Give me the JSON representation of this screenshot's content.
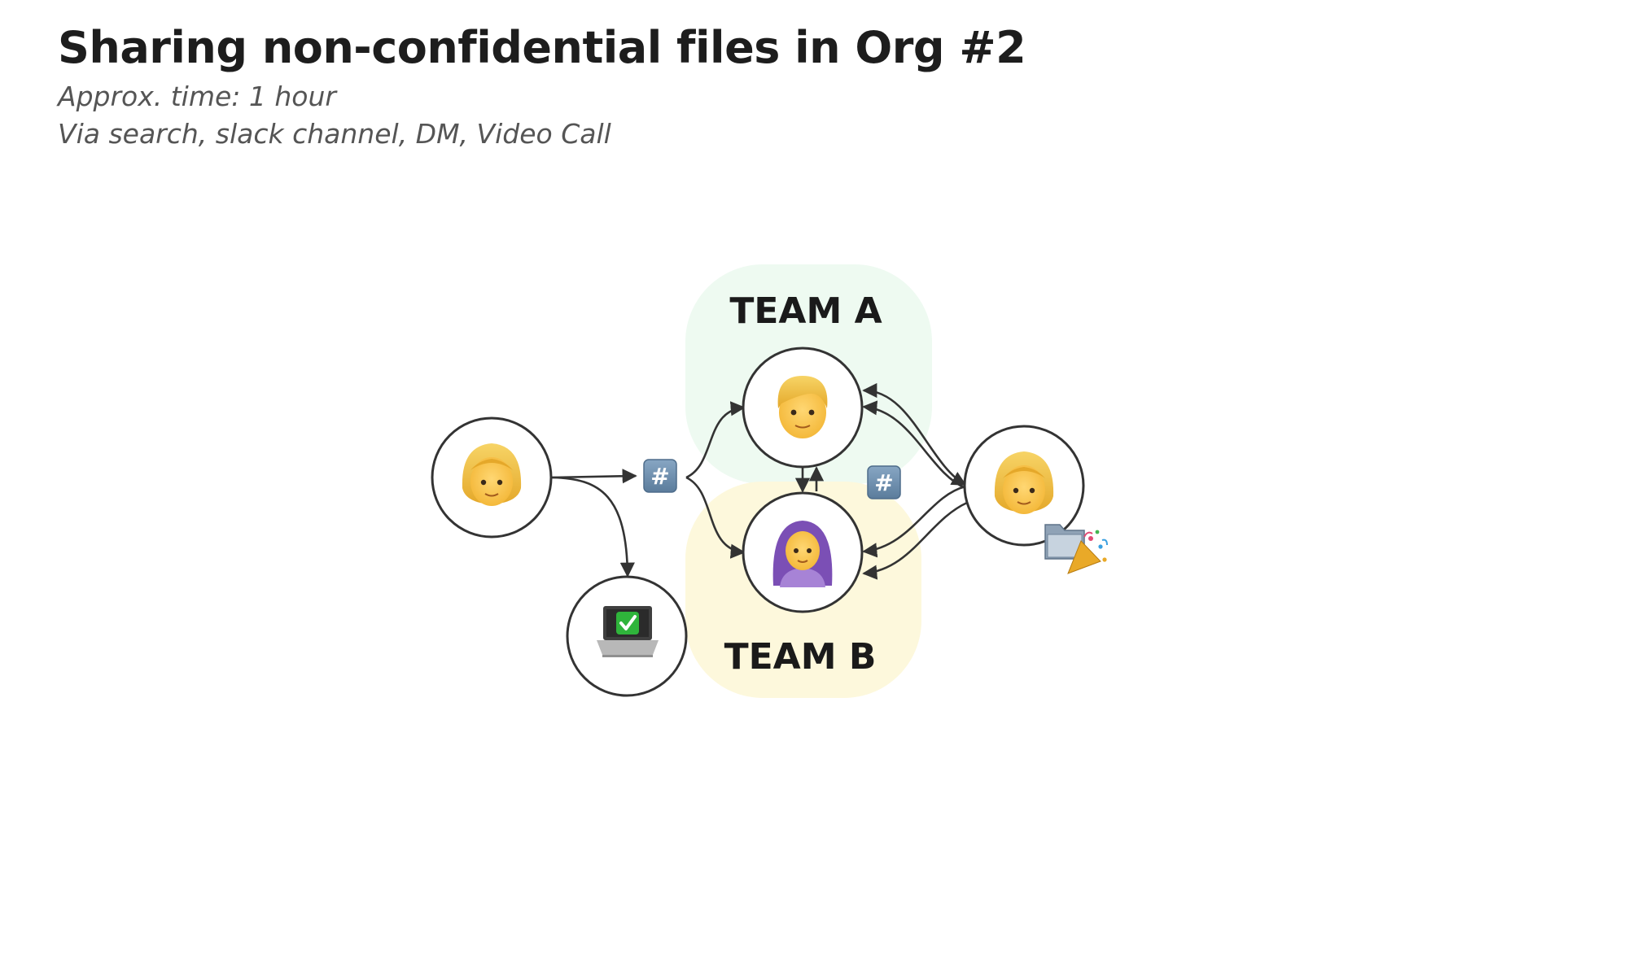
{
  "title": "Sharing non-confidential files in Org #2",
  "subtitle_lines": [
    "Approx. time: 1 hour",
    "Via search, slack channel, DM, Video Call"
  ],
  "teams": [
    {
      "label": "TEAM A",
      "color": "#eefaf1"
    },
    {
      "label": "TEAM B",
      "color": "#fdf8dc"
    }
  ],
  "nodes": [
    {
      "id": "requester",
      "icon": "woman-blond-hair-icon"
    },
    {
      "id": "laptop",
      "icon": "laptop-checkmark-icon"
    },
    {
      "id": "team-a-person",
      "icon": "person-blond-hair-icon"
    },
    {
      "id": "team-b-person",
      "icon": "woman-headscarf-icon"
    },
    {
      "id": "file-owner",
      "icon": "woman-blond-hair-icon"
    }
  ],
  "channel_badges": [
    {
      "label": "#",
      "icon": "hashtag-channel-icon",
      "color": "#6d8ca9"
    },
    {
      "label": "#",
      "icon": "hashtag-channel-icon",
      "color": "#6d8ca9"
    }
  ],
  "decorations": [
    {
      "icon": "file-folder-icon"
    },
    {
      "icon": "party-popper-icon"
    }
  ]
}
